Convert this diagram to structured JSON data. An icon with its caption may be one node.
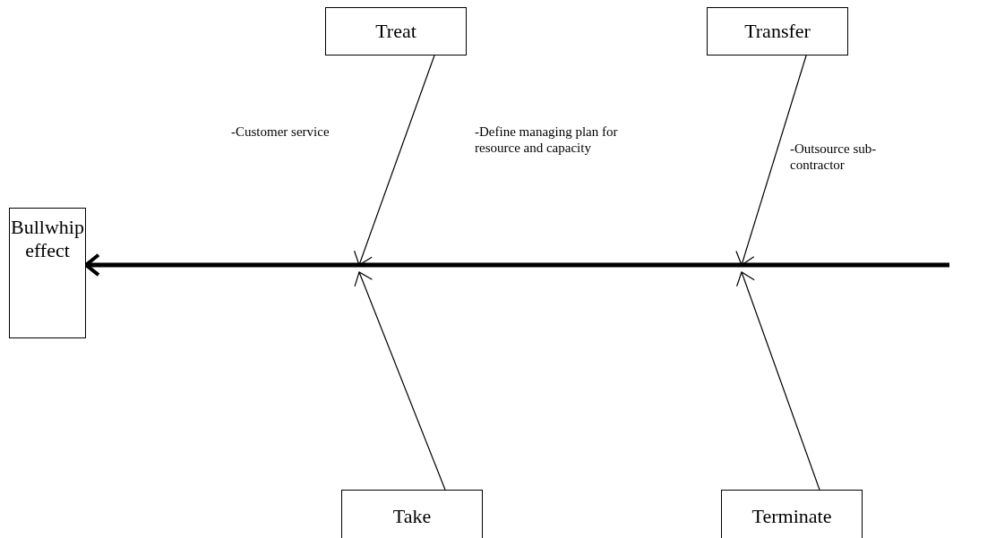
{
  "diagram": {
    "nodes": [
      {
        "text": [
          "Bullwhip effect"
        ]
      },
      {
        "text": [
          "Treat"
        ]
      },
      {
        "text": [
          "Transfer"
        ]
      },
      {
        "text": [
          "Take"
        ]
      },
      {
        "text": [
          "Terminate"
        ]
      }
    ],
    "edges": [
      {
        "from": null,
        "to": 0,
        "arrow": "to",
        "style": "thick"
      },
      {
        "from": 1,
        "to": null,
        "arrow": "to"
      },
      {
        "from": 2,
        "to": null,
        "arrow": "to"
      },
      {
        "from": 3,
        "to": null,
        "arrow": "to"
      },
      {
        "from": 4,
        "to": null,
        "arrow": "to"
      }
    ],
    "labels": [
      "-Customer service",
      "-Define managing plan for resource and capacity",
      "-Outsource sub-contractor"
    ]
  }
}
